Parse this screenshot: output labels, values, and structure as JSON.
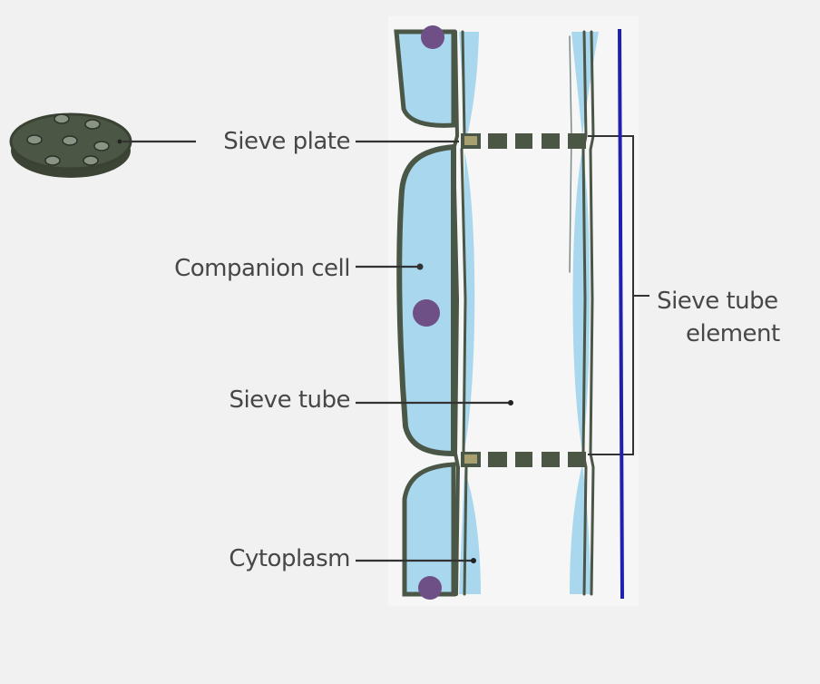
{
  "labels": {
    "sieve_plate": "Sieve plate",
    "companion_cell": "Companion cell",
    "sieve_tube": "Sieve tube",
    "cytoplasm": "Cytoplasm",
    "sieve_tube_element_line1": "Sieve tube",
    "sieve_tube_element_line2": "element"
  },
  "colors": {
    "cytoplasm_fill": "#a9d7ee",
    "wall": "#4a5646",
    "nucleus": "#6e4f86",
    "plate_fill": "#4c5645",
    "marker_line": "#2020b0",
    "label_text": "#474747"
  }
}
